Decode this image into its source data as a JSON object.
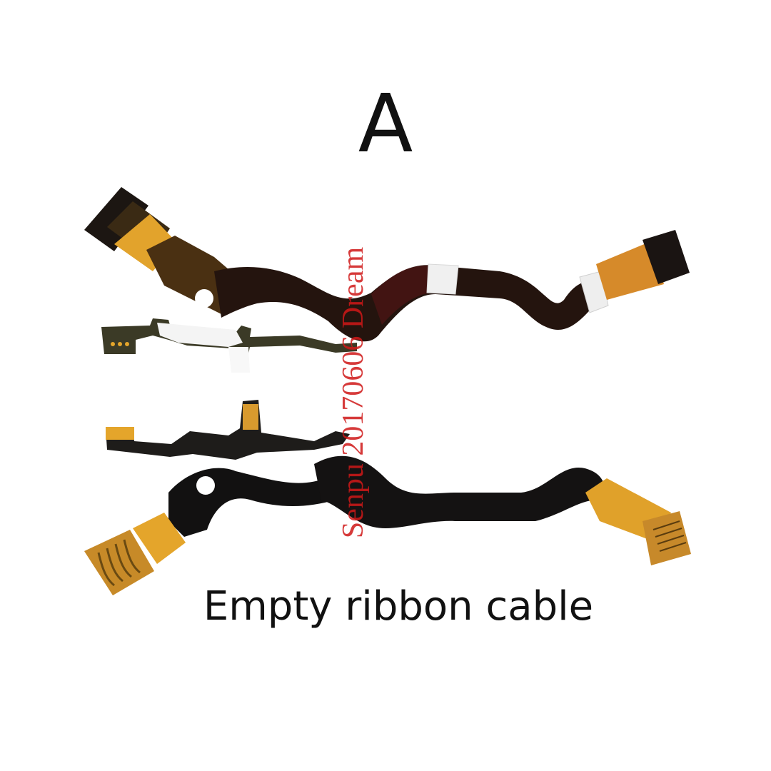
{
  "variant_label": "A",
  "caption": "Empty ribbon cable",
  "watermark": "Senpu 20170606 Dream",
  "colors": {
    "cable_dark": "#1e1712",
    "cable_brown": "#3a2410",
    "flex_yellow": "#e4a52b",
    "flex_orange": "#d98b2a",
    "wrap_white": "#f2f2f2",
    "watermark": "#d01818",
    "text": "#111111"
  }
}
